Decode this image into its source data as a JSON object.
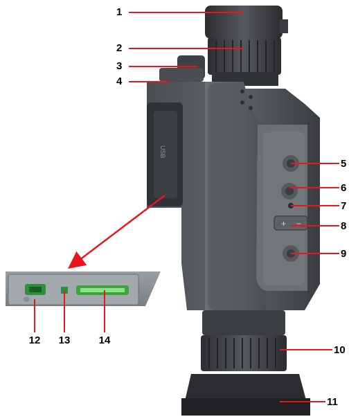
{
  "figure": {
    "subject": "monocular-device-parts",
    "callouts": [
      {
        "id": "c1",
        "label": "1"
      },
      {
        "id": "c2",
        "label": "2"
      },
      {
        "id": "c3",
        "label": "3"
      },
      {
        "id": "c4",
        "label": "4"
      },
      {
        "id": "c5",
        "label": "5"
      },
      {
        "id": "c6",
        "label": "6"
      },
      {
        "id": "c7",
        "label": "7"
      },
      {
        "id": "c8",
        "label": "8"
      },
      {
        "id": "c9",
        "label": "9"
      },
      {
        "id": "c10",
        "label": "10"
      },
      {
        "id": "c11",
        "label": "11"
      },
      {
        "id": "c12",
        "label": "12"
      },
      {
        "id": "c13",
        "label": "13"
      },
      {
        "id": "c14",
        "label": "14"
      }
    ],
    "body_text": {
      "port_label": "USB",
      "rocker_plus": "+",
      "rocker_minus": "−"
    },
    "colors": {
      "callout_line": "#e8171c",
      "body_dark": "#3b3e42",
      "body_mid": "#55595e",
      "body_light": "#6e7378",
      "usb_port": "#2f8f3a",
      "sd_slot": "#3da33f",
      "panel_bg": "#8a8f94"
    }
  }
}
